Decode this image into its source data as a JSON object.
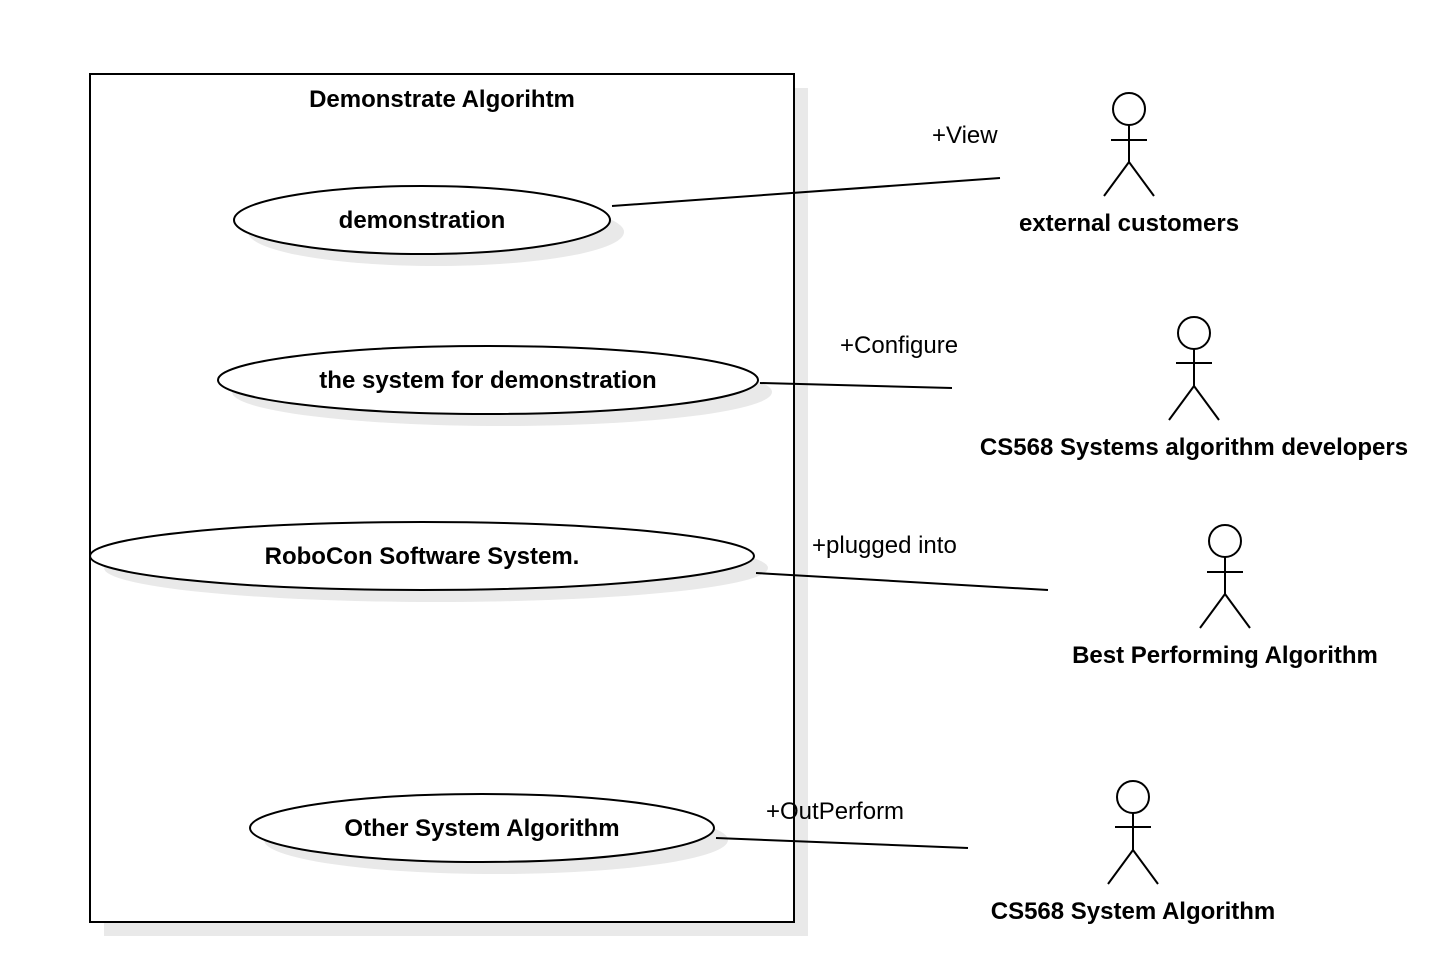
{
  "system": {
    "title": "Demonstrate Algorihtm"
  },
  "use_cases": [
    {
      "id": "uc1",
      "label": "demonstration"
    },
    {
      "id": "uc2",
      "label": "the system for demonstration"
    },
    {
      "id": "uc3",
      "label": "RoboCon Software System."
    },
    {
      "id": "uc4",
      "label": "Other System Algorithm"
    }
  ],
  "actors": [
    {
      "id": "a1",
      "label": "external customers"
    },
    {
      "id": "a2",
      "label": "CS568 Systems algorithm developers"
    },
    {
      "id": "a3",
      "label": "Best Performing Algorithm"
    },
    {
      "id": "a4",
      "label": "CS568 System Algorithm"
    }
  ],
  "associations": [
    {
      "from": "uc1",
      "to": "a1",
      "label": "+View"
    },
    {
      "from": "uc2",
      "to": "a2",
      "label": "+Configure"
    },
    {
      "from": "uc3",
      "to": "a3",
      "label": "+plugged into"
    },
    {
      "from": "uc4",
      "to": "a4",
      "label": "+OutPerform"
    }
  ],
  "colors": {
    "line": "#000000",
    "shadow": "#e9e9e9",
    "background": "#ffffff"
  }
}
